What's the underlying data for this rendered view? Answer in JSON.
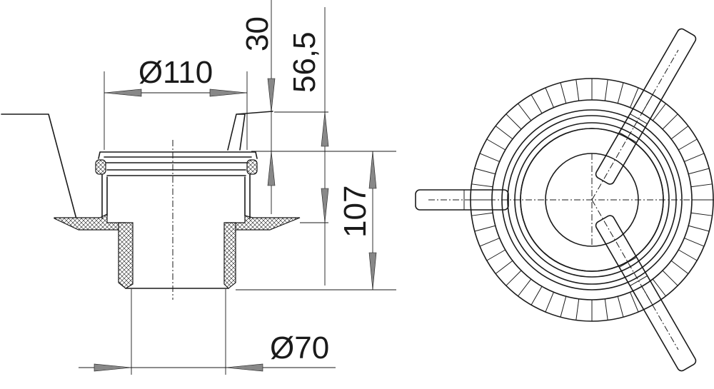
{
  "dimensions": {
    "outer_diameter": "Ø110",
    "outlet_diameter": "Ø70",
    "height_total": "107",
    "height_upper": "56,5",
    "height_top": "30"
  },
  "colors": {
    "line": "#1a1a1a",
    "arrow_fill": "#888888",
    "background": "#ffffff"
  }
}
